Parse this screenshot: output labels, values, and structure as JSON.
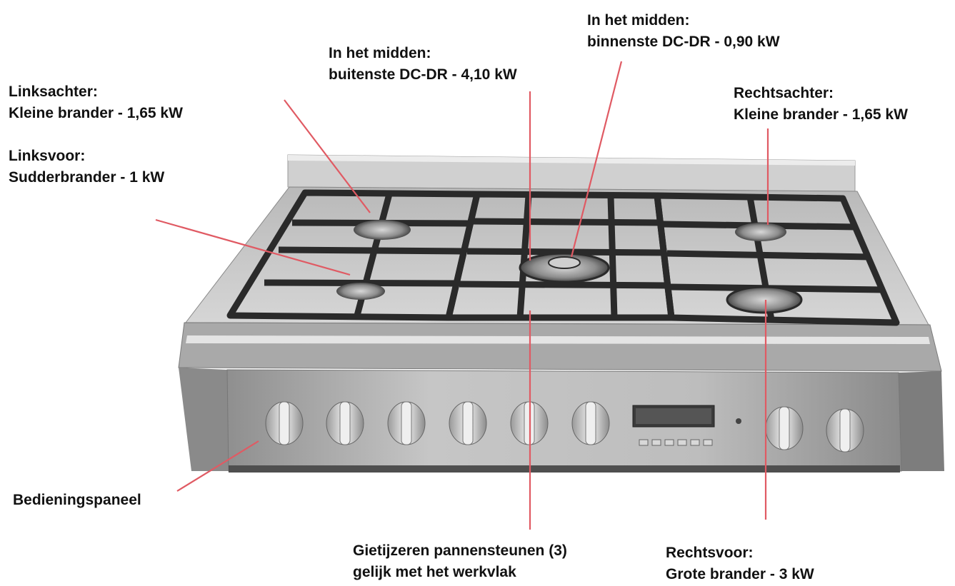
{
  "labels": {
    "left_rear": {
      "title": "Linksachter:",
      "desc": "Kleine brander - 1,65 kW"
    },
    "left_front": {
      "title": "Linksvoor:",
      "desc": "Sudderbrander - 1 kW"
    },
    "center_outer": {
      "title": "In het midden:",
      "desc": "buitenste DC-DR - 4,10 kW"
    },
    "center_inner": {
      "title": "In het midden:",
      "desc": "binnenste DC-DR - 0,90 kW"
    },
    "right_rear": {
      "title": "Rechtsachter:",
      "desc": "Kleine brander - 1,65 kW"
    },
    "control_panel": "Bedieningspaneel",
    "grates": {
      "line1": "Gietijzeren pannensteunen (3)",
      "line2": "gelijk met het werkvlak"
    },
    "right_front": {
      "title": "Rechtsvoor:",
      "desc": "Grote brander - 3 kW"
    }
  },
  "colors": {
    "leader": "#e05a63",
    "steel_light": "#c9c9c9",
    "steel_mid": "#a7a7a7",
    "steel_dark": "#6f6f6f",
    "grate": "#2e2e2e",
    "display": "#3a3a3a"
  }
}
